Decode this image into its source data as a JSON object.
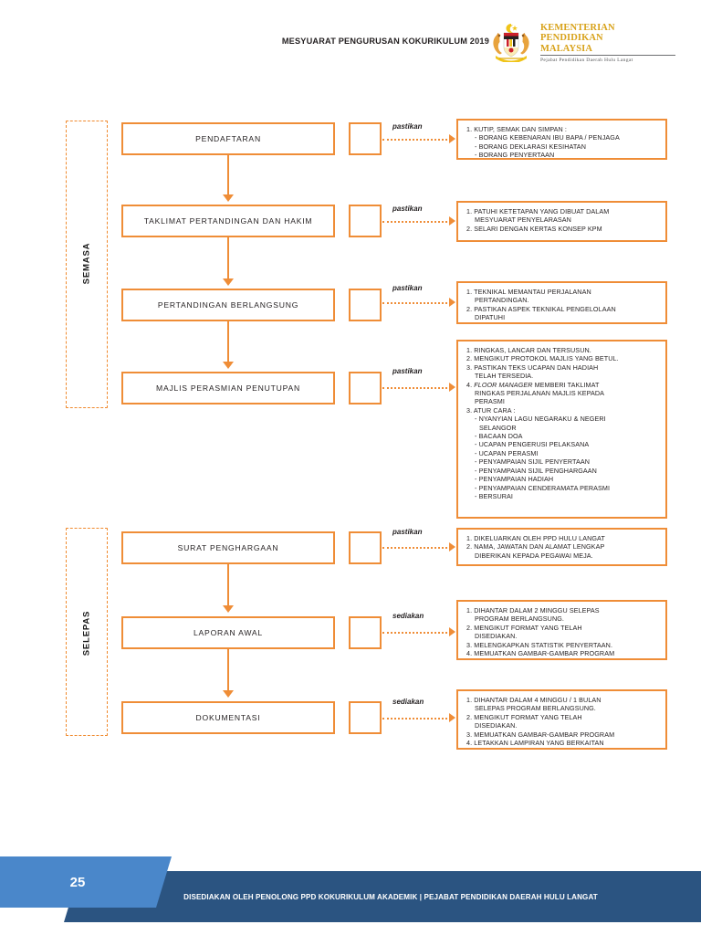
{
  "header": {
    "title": "MESYUARAT PENGURUSAN KOKURIKULUM 2019",
    "logo": {
      "icon": "malaysia-coat-of-arms",
      "line1": "KEMENTERIAN",
      "line2": "PENDIDIKAN",
      "line3": "MALAYSIA",
      "line4": "Pejabat Pendidikan Daerah Hulu Langat"
    }
  },
  "colors": {
    "accent_orange": "#ef8d37",
    "footer_dark_blue": "#2b5481",
    "footer_light_blue": "#4a87ca",
    "text": "#231f20",
    "logo_gold": "#d8a21a"
  },
  "phases": [
    {
      "id": "semasa",
      "label": "SEMASA"
    },
    {
      "id": "selepas",
      "label": "SELEPAS"
    }
  ],
  "steps": [
    {
      "id": "pendaftaran",
      "label": "PENDAFTARAN",
      "phase": "SEMASA",
      "connector_label": "pastikan",
      "notes": [
        {
          "text": "1. KUTIP, SEMAK DAN SIMPAN :",
          "indent": 0
        },
        {
          "text": "- BORANG KEBENARAN IBU BAPA / PENJAGA",
          "indent": 1
        },
        {
          "text": "- BORANG DEKLARASI KESIHATAN",
          "indent": 1
        },
        {
          "text": "- BORANG PENYERTAAN",
          "indent": 1
        }
      ]
    },
    {
      "id": "taklimat-pertandingan-dan-hakim",
      "label": "TAKLIMAT PERTANDINGAN DAN HAKIM",
      "phase": "SEMASA",
      "connector_label": "pastikan",
      "notes": [
        {
          "text": "1. PATUHI KETETAPAN YANG DIBUAT DALAM",
          "indent": 0
        },
        {
          "text": "MESYUARAT PENYELARASAN",
          "indent": 1
        },
        {
          "text": "2. SELARI DENGAN KERTAS KONSEP KPM",
          "indent": 0
        }
      ]
    },
    {
      "id": "pertandingan-berlangsung",
      "label": "PERTANDINGAN BERLANGSUNG",
      "phase": "SEMASA",
      "connector_label": "pastikan",
      "notes": [
        {
          "text": "1. TEKNIKAL MEMANTAU PERJALANAN",
          "indent": 0
        },
        {
          "text": "PERTANDINGAN.",
          "indent": 1
        },
        {
          "text": "2. PASTIKAN ASPEK TEKNIKAL PENGELOLAAN",
          "indent": 0
        },
        {
          "text": "DIPATUHI",
          "indent": 1
        }
      ]
    },
    {
      "id": "majlis-perasmian-penutupan",
      "label": "MAJLIS PERASMIAN PENUTUPAN",
      "phase": "SEMASA",
      "connector_label": "pastikan",
      "notes": [
        {
          "text": "1. RINGKAS, LANCAR DAN TERSUSUN.",
          "indent": 0
        },
        {
          "text": "2. MENGIKUT PROTOKOL MAJLIS YANG BETUL.",
          "indent": 0
        },
        {
          "text": "3. PASTIKAN TEKS UCAPAN DAN HADIAH",
          "indent": 0
        },
        {
          "text": "TELAH TERSEDIA.",
          "indent": 1
        },
        {
          "text": "4. FLOOR MANAGER MEMBERI TAKLIMAT",
          "indent": 0,
          "italic_prefix": "FLOOR MANAGER"
        },
        {
          "text": "RINGKAS PERJALANAN MAJLIS KEPADA",
          "indent": 1
        },
        {
          "text": "PERASMI",
          "indent": 1
        },
        {
          "text": "3. ATUR CARA :",
          "indent": 0
        },
        {
          "text": "- NYANYIAN LAGU NEGARAKU & NEGERI",
          "indent": 1
        },
        {
          "text": "SELANGOR",
          "indent": 2
        },
        {
          "text": "- BACAAN DOA",
          "indent": 1
        },
        {
          "text": "- UCAPAN PENGERUSI PELAKSANA",
          "indent": 1
        },
        {
          "text": "- UCAPAN PERASMI",
          "indent": 1
        },
        {
          "text": "- PENYAMPAIAN SIJIL PENYERTAAN",
          "indent": 1
        },
        {
          "text": "- PENYAMPAIAN SIJIL PENGHARGAAN",
          "indent": 1
        },
        {
          "text": "- PENYAMPAIAN HADIAH",
          "indent": 1
        },
        {
          "text": "- PENYAMPAIAN CENDERAMATA PERASMI",
          "indent": 1
        },
        {
          "text": "- BERSURAI",
          "indent": 1
        }
      ]
    },
    {
      "id": "surat-penghargaan",
      "label": "SURAT PENGHARGAAN",
      "phase": "SELEPAS",
      "connector_label": "pastikan",
      "notes": [
        {
          "text": "1. DIKELUARKAN OLEH PPD HULU LANGAT",
          "indent": 0
        },
        {
          "text": "2. NAMA, JAWATAN DAN ALAMAT LENGKAP",
          "indent": 0
        },
        {
          "text": "DIBERIKAN KEPADA PEGAWAI MEJA.",
          "indent": 1
        }
      ]
    },
    {
      "id": "laporan-awal",
      "label": "LAPORAN AWAL",
      "phase": "SELEPAS",
      "connector_label": "sediakan",
      "notes": [
        {
          "text": "1. DIHANTAR DALAM 2 MINGGU SELEPAS",
          "indent": 0
        },
        {
          "text": "PROGRAM BERLANGSUNG.",
          "indent": 1
        },
        {
          "text": "2. MENGIKUT FORMAT YANG TELAH",
          "indent": 0
        },
        {
          "text": "DISEDIAKAN.",
          "indent": 1
        },
        {
          "text": "3. MELENGKAPKAN STATISTIK PENYERTAAN.",
          "indent": 0
        },
        {
          "text": "4. MEMUATKAN GAMBAR-GAMBAR PROGRAM",
          "indent": 0
        }
      ]
    },
    {
      "id": "dokumentasi",
      "label": "DOKUMENTASI",
      "phase": "SELEPAS",
      "connector_label": "sediakan",
      "notes": [
        {
          "text": "1. DIHANTAR DALAM 4 MINGGU / 1 BULAN",
          "indent": 0
        },
        {
          "text": "SELEPAS PROGRAM BERLANGSUNG.",
          "indent": 1
        },
        {
          "text": "2. MENGIKUT FORMAT YANG TELAH",
          "indent": 0
        },
        {
          "text": "DISEDIAKAN.",
          "indent": 1
        },
        {
          "text": "3. MEMUATKAN GAMBAR-GAMBAR PROGRAM",
          "indent": 0
        },
        {
          "text": "4. LETAKKAN LAMPIRAN YANG BERKAITAN",
          "indent": 0
        }
      ]
    }
  ],
  "footer": {
    "page_number": "25",
    "text": "DISEDIAKAN OLEH PENOLONG PPD KOKURIKULUM AKADEMIK | PEJABAT PENDIDIKAN DAERAH HULU LANGAT"
  }
}
